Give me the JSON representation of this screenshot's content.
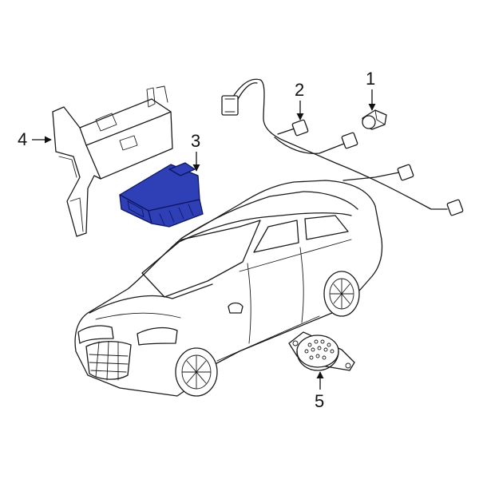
{
  "colors": {
    "highlight": "#2f3fb5",
    "highlight_edge": "#0d1660",
    "line": "#1a1a1a",
    "background": "#ffffff"
  },
  "callouts": [
    {
      "label": "1",
      "part": "connector-plug"
    },
    {
      "label": "2",
      "part": "wiring-harness"
    },
    {
      "label": "3",
      "part": "control-module"
    },
    {
      "label": "4",
      "part": "mounting-bracket"
    },
    {
      "label": "5",
      "part": "speaker"
    }
  ]
}
